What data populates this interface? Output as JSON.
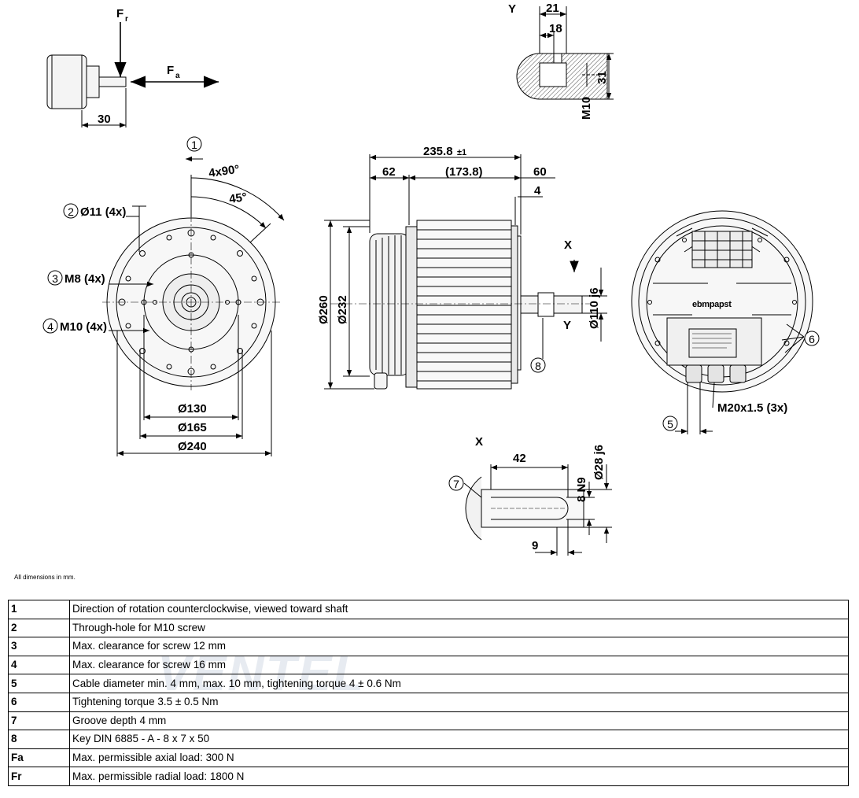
{
  "labels": {
    "fr": "F",
    "fr_sub": "r",
    "fa": "F",
    "fa_sub": "a",
    "view_y": "Y",
    "view_y2": "Y",
    "view_x": "X",
    "view_x2": "X",
    "brand": "ebmpapst"
  },
  "callouts": [
    "1",
    "2",
    "3",
    "4",
    "5",
    "6",
    "7",
    "8"
  ],
  "dimensions": {
    "shaft_len": "30",
    "y_21": "21",
    "y_18": "18",
    "y_31": "31",
    "y_m10": "M10",
    "angle_4x90": "4x90°",
    "angle_45": "45°",
    "hole_d11": "Ø11 (4x)",
    "thread_m8": "M8 (4x)",
    "thread_m10": "M10 (4x)",
    "d130": "Ø130",
    "d165": "Ø165",
    "d240": "Ø240",
    "len_total": "235.8",
    "len_tol": "±1",
    "len_62": "62",
    "len_173": "(173.8)",
    "len_60": "60",
    "len_4": "4",
    "d260": "Ø260",
    "d232": "Ø232",
    "d110": "Ø110 j6",
    "gland": "M20x1.5 (3x)",
    "x_42": "42",
    "x_8n9": "8 N9",
    "x_d28": "Ø28 j6",
    "x_9": "9"
  },
  "note": "All dimensions in mm.",
  "legend": [
    {
      "key": "1",
      "text": "Direction of rotation counterclockwise, viewed toward shaft"
    },
    {
      "key": "2",
      "text": "Through-hole for M10 screw"
    },
    {
      "key": "3",
      "text": "Max. clearance for screw 12 mm"
    },
    {
      "key": "4",
      "text": "Max. clearance for screw 16 mm"
    },
    {
      "key": "5",
      "text": "Cable diameter min. 4 mm, max. 10 mm, tightening torque 4 ± 0.6 Nm"
    },
    {
      "key": "6",
      "text": "Tightening torque 3.5 ± 0.5 Nm"
    },
    {
      "key": "7",
      "text": "Groove depth 4 mm"
    },
    {
      "key": "8",
      "text": "Key DIN 6885 - A - 8 x 7 x 50"
    },
    {
      "key": "Fa",
      "text": "Max. permissible axial load: 300 N"
    },
    {
      "key": "Fr",
      "text": "Max. permissible radial load: 1800 N"
    }
  ],
  "watermark": "VENTEL"
}
